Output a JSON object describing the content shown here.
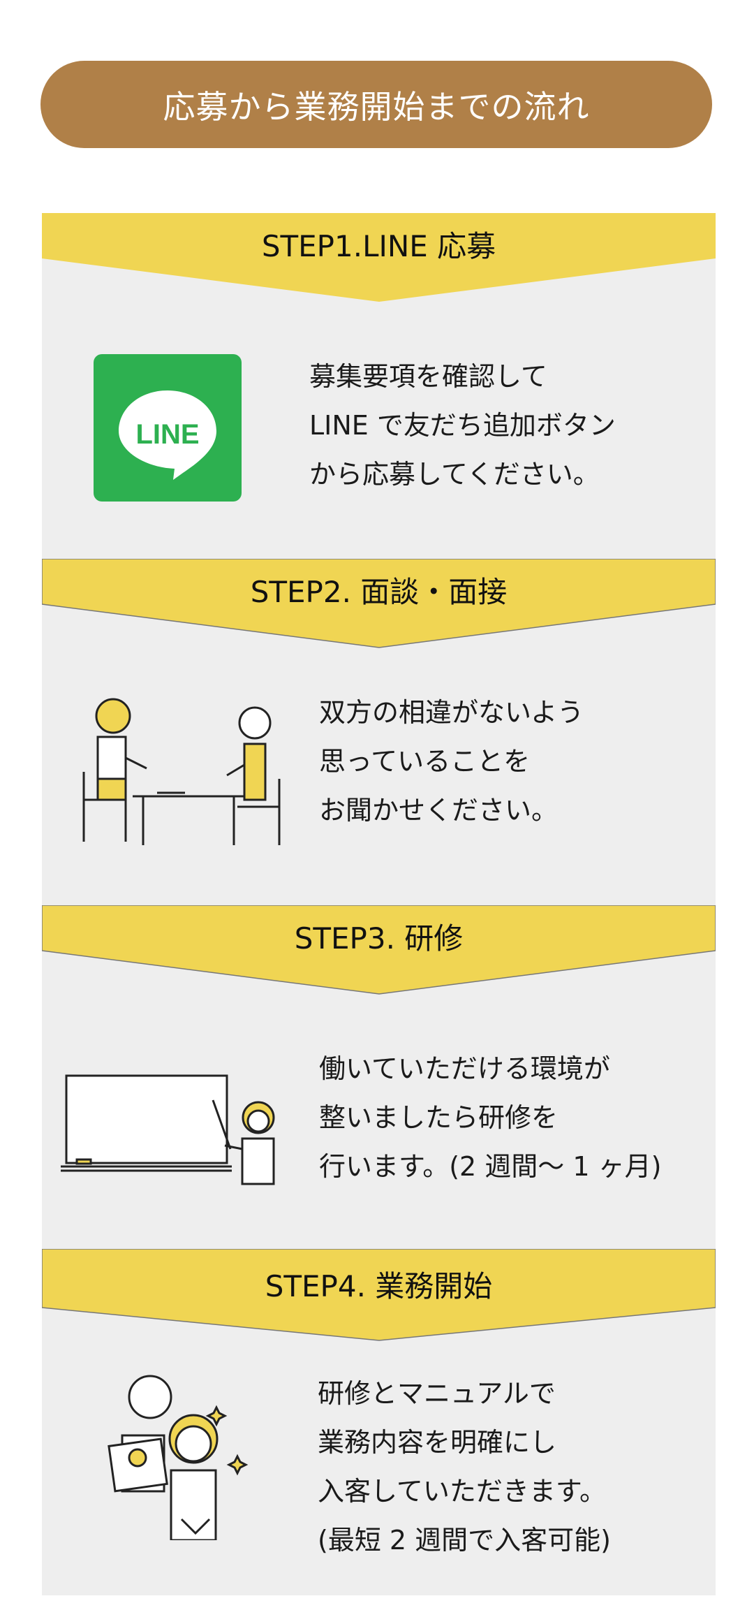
{
  "header": {
    "title": "応募から業務開始までの流れ"
  },
  "steps": [
    {
      "title": "STEP1.LINE 応募",
      "lines": [
        "募集要項を確認して",
        "LINE で友だち追加ボタン",
        "から応募してください。"
      ],
      "icon": "line-app-icon",
      "icon_text": "LINE"
    },
    {
      "title": "STEP2. 面談・面接",
      "lines": [
        "双方の相違がないよう",
        "思っていることを",
        "お聞かせください。"
      ],
      "icon": "interview-illustration"
    },
    {
      "title": "STEP3. 研修",
      "lines": [
        "働いていただける環境が",
        "整いましたら研修を",
        "行います。(2 週間〜 1 ヶ月)"
      ],
      "icon": "whiteboard-training-illustration"
    },
    {
      "title": "STEP4.  業務開始",
      "lines": [
        "研修とマニュアルで",
        "業務内容を明確にし",
        "入客していただきます。",
        "(最短 2 週間で入客可能)"
      ],
      "icon": "start-work-illustration"
    }
  ],
  "colors": {
    "accent": "#b08048",
    "banner": "#f0d553",
    "panel": "#eeeeee",
    "line_green": "#2db050"
  }
}
